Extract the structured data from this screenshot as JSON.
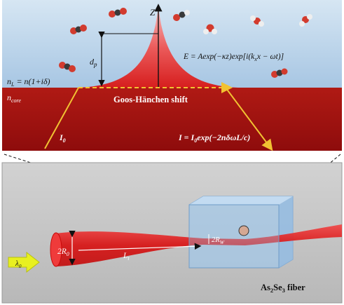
{
  "top_panel": {
    "z_axis": "Z",
    "d_p": "d",
    "d_p_sub": "p",
    "field_eq": "E = Aexp(−κz)exp[i(k",
    "field_eq_sub": "x",
    "field_eq_tail": "x − ωt)]",
    "n_l": "n",
    "n_l_sub": "L",
    "n_l_eq": " = n(1+iδ)",
    "n_core": "n",
    "n_core_sub": "core",
    "shift_label": "Goos-Hänchen shift",
    "i0": "I",
    "i0_sub": "0",
    "intensity_eq": "I = I",
    "intensity_eq_sub": "0",
    "intensity_eq_tail": "exp(−2nδωL/c)"
  },
  "bottom_panel": {
    "lambda": "λ",
    "lambda_sub": "0",
    "r0": "2R",
    "r0_sub": "0",
    "lt": "L",
    "lt_sub": "t",
    "rw": "2R",
    "rw_sub": "W",
    "fiber_a": "As",
    "fiber_a_sub": "2",
    "fiber_b": "Se",
    "fiber_b_sub": "3",
    "fiber_c": " fiber"
  },
  "colors": {
    "sky": "#a9c9e6",
    "core": "#9e1010",
    "evanescent": "#e33a3a",
    "ray": "#f1c232",
    "beam": "#e01818",
    "gray": "#c8c8c8",
    "glass": "#9cc3e6"
  }
}
